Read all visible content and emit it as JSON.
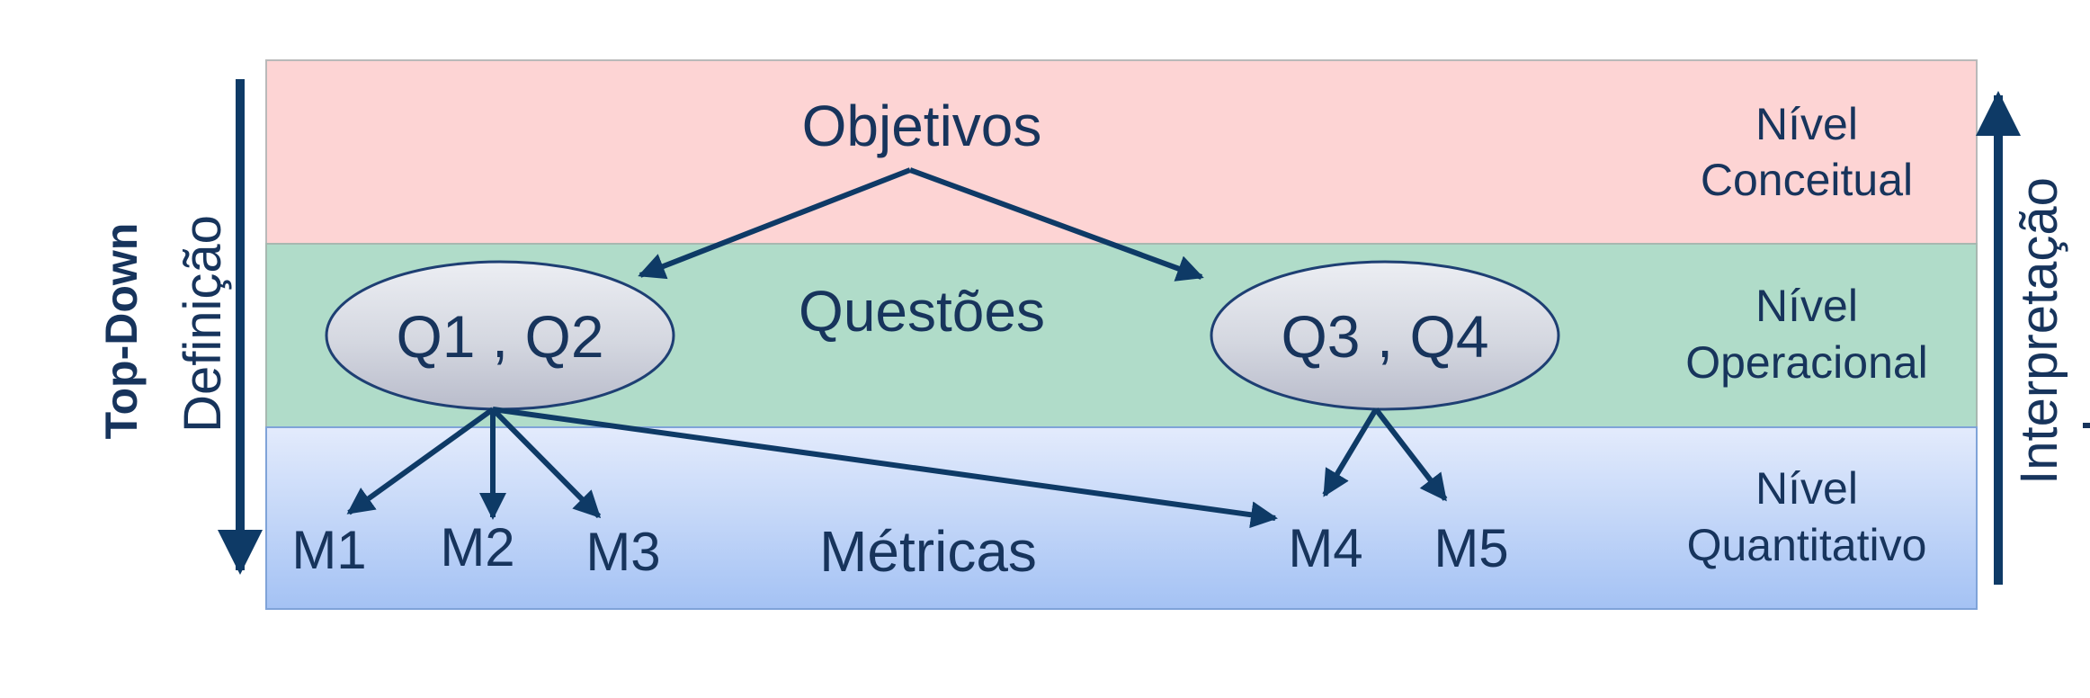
{
  "levels": [
    {
      "term": "Objetivos",
      "level_line1": "Nível",
      "level_line2": "Conceitual",
      "color": "#fdd4d4"
    },
    {
      "term": "Questões",
      "level_line1": "Nível",
      "level_line2": "Operacional",
      "color": "#b0dcc9"
    },
    {
      "term": "Métricas",
      "level_line1": "Nível",
      "level_line2": "Quantitativo",
      "color_top": "#e3ebfc",
      "color_bottom": "#a4c2f4"
    }
  ],
  "question_groups": [
    "Q1 , Q2",
    "Q3 , Q4"
  ],
  "metrics": [
    "M1",
    "M2",
    "M3",
    "M4",
    "M5"
  ],
  "left_axis": {
    "bold_label": "Top-Down",
    "label": "Definição"
  },
  "right_axis": {
    "label": "Interpretação"
  },
  "colors": {
    "arrow": "#0e3a66",
    "text": "#17345c",
    "ellipse_stroke": "#1e3f73"
  }
}
